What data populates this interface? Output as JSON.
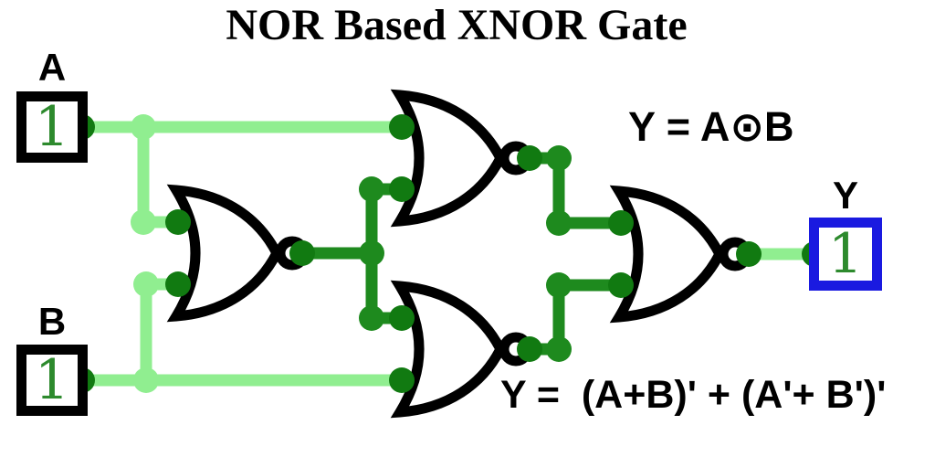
{
  "title": "NOR Based XNOR Gate",
  "inputs": {
    "a": {
      "label": "A",
      "value": "1"
    },
    "b": {
      "label": "B",
      "value": "1"
    }
  },
  "output": {
    "label": "Y",
    "value": "1"
  },
  "equations": {
    "symbolic": "Y = A⊙B",
    "expanded": "Y =  (A+B)' + (A'+ B')'"
  },
  "gates": {
    "type": "NOR",
    "count": 4
  },
  "legend_colors": {
    "wire_high": "#90ee90",
    "wire_low": "#1e8a1e",
    "port_dot": "#117a11",
    "value_digit": "#2d8a2d",
    "input_box_border": "#000000",
    "output_box_border": "#1a1ae0"
  }
}
